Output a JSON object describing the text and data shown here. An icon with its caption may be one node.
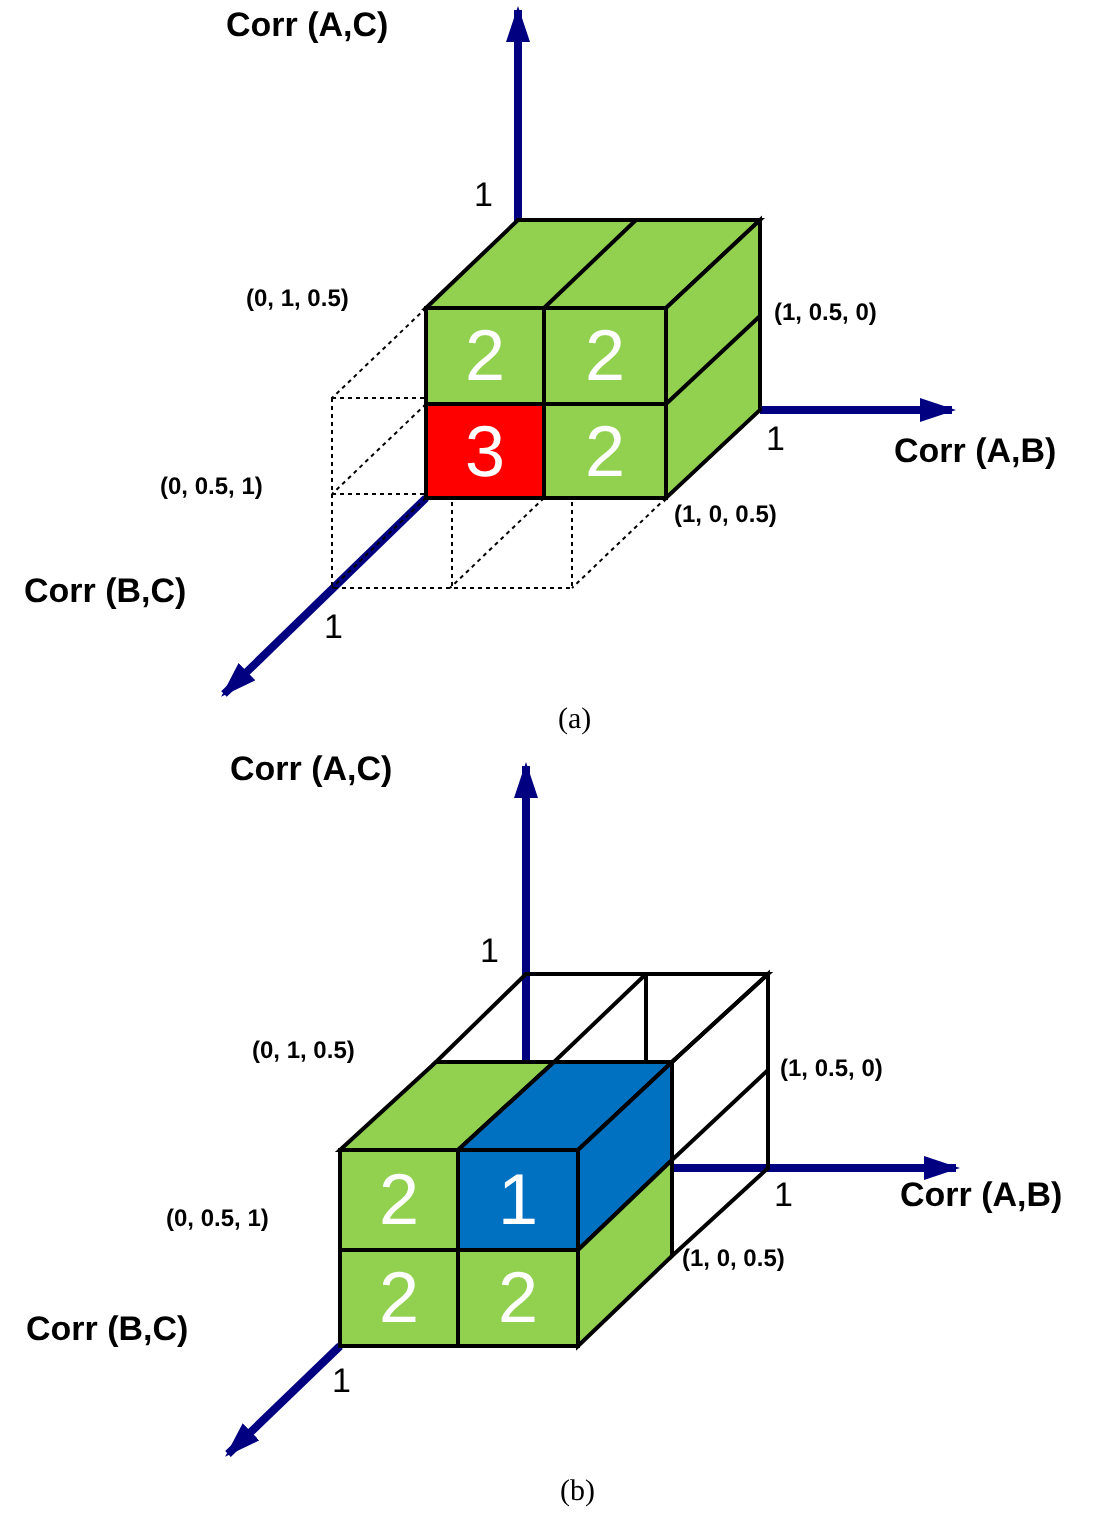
{
  "diagram": {
    "nodes": [
      {
        "text": [
          "2"
        ]
      },
      {
        "text": [
          "2"
        ]
      },
      {
        "text": [
          "3"
        ]
      },
      {
        "text": [
          "2"
        ]
      },
      {
        "text": [
          "2"
        ]
      },
      {
        "text": [
          "1"
        ]
      },
      {
        "text": [
          "2"
        ]
      },
      {
        "text": [
          "2"
        ]
      }
    ],
    "labels": [
      "Corr (A,C)",
      "1",
      "(0, 1, 0.5)",
      "(1, 0.5, 0)",
      "1",
      "Corr (A,B)",
      "(0, 0.5, 1)",
      "(1, 0, 0.5)",
      "Corr (B,C)",
      "1",
      "(a)",
      "Corr (A,C)",
      "1",
      "(0, 1, 0.5)",
      "(1, 0.5, 0)",
      "1",
      "Corr (A,B)",
      "(0, 0.5, 1)",
      "(1, 0, 0.5)",
      "Corr (B,C)",
      "1",
      "(b)"
    ]
  }
}
